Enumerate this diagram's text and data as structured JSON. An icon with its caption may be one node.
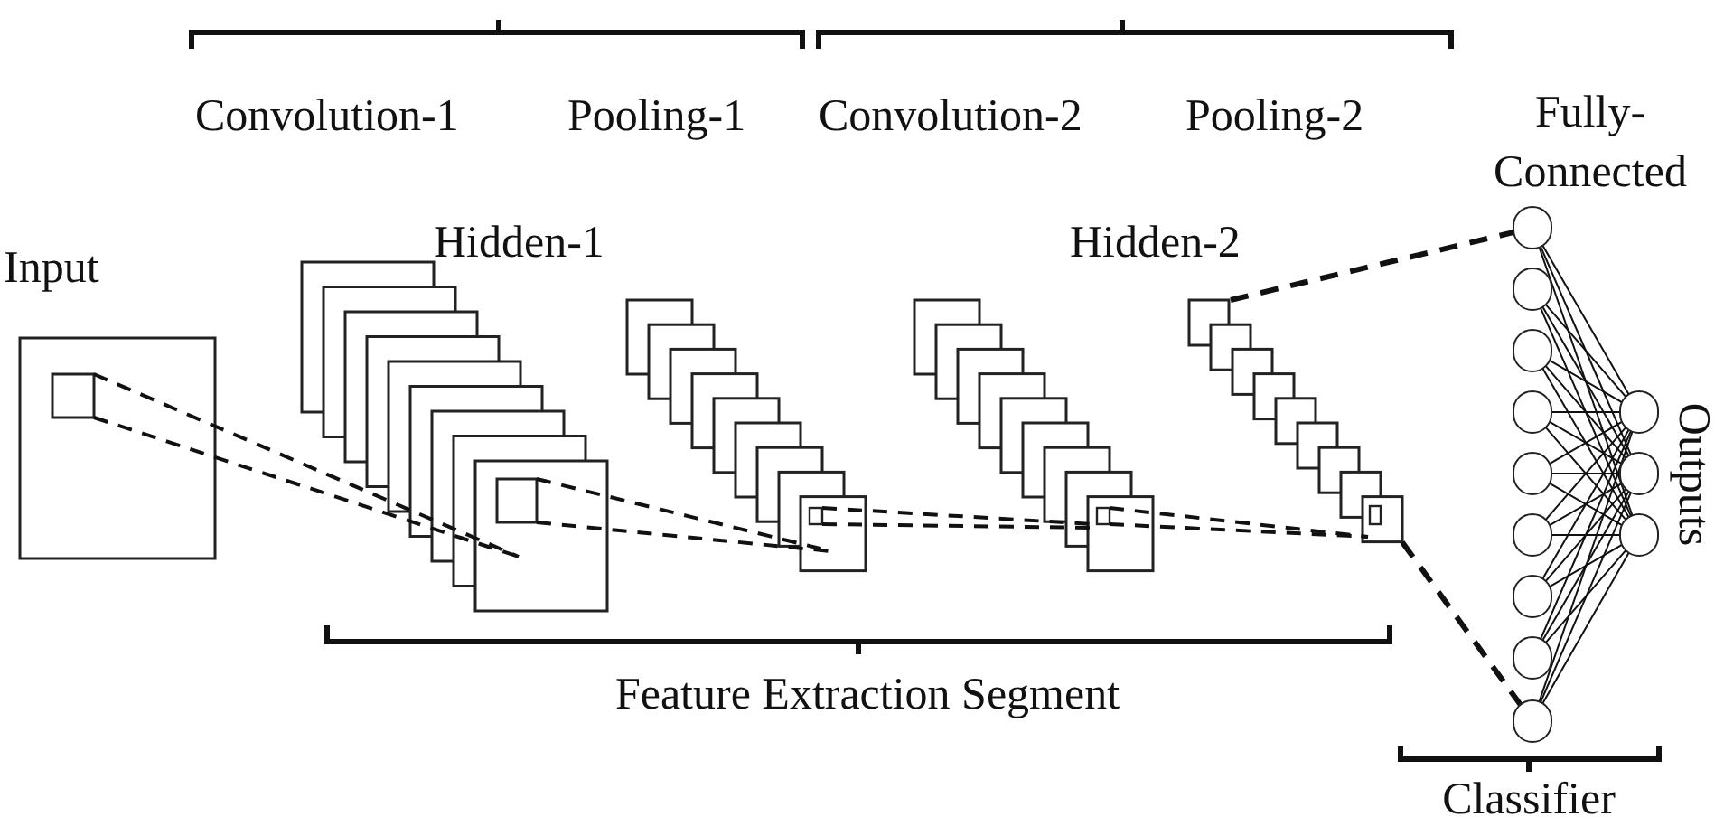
{
  "diagram": {
    "nodes": [
      {
        "text": [],
        "shape": "circle"
      },
      {
        "text": [],
        "shape": "circle"
      },
      {
        "text": [],
        "shape": "circle"
      },
      {
        "text": [],
        "shape": "circle"
      },
      {
        "text": [],
        "shape": "circle"
      },
      {
        "text": [],
        "shape": "circle"
      },
      {
        "text": [],
        "shape": "circle"
      },
      {
        "text": [],
        "shape": "circle"
      },
      {
        "text": [],
        "shape": "circle"
      },
      {
        "text": [],
        "shape": "circle"
      },
      {
        "text": [],
        "shape": "circle"
      },
      {
        "text": [],
        "shape": "circle"
      }
    ],
    "edges": [
      {
        "from": null,
        "to": 0,
        "arrow": "none",
        "style": "dashed"
      },
      {
        "from": null,
        "to": 8,
        "arrow": "none",
        "style": "dashed"
      },
      {
        "from": 0,
        "to": 9,
        "arrow": "none"
      },
      {
        "from": 0,
        "to": 10,
        "arrow": "none"
      },
      {
        "from": 0,
        "to": 11,
        "arrow": "none"
      },
      {
        "from": 1,
        "to": 9,
        "arrow": "none"
      },
      {
        "from": 1,
        "to": 10,
        "arrow": "none"
      },
      {
        "from": 1,
        "to": 11,
        "arrow": "none"
      },
      {
        "from": 2,
        "to": 9,
        "arrow": "none"
      },
      {
        "from": 2,
        "to": 10,
        "arrow": "none"
      },
      {
        "from": 2,
        "to": 11,
        "arrow": "none"
      },
      {
        "from": 3,
        "to": 9,
        "arrow": "none"
      },
      {
        "from": 3,
        "to": 10,
        "arrow": "none"
      },
      {
        "from": 3,
        "to": 11,
        "arrow": "none"
      },
      {
        "from": 4,
        "to": 9,
        "arrow": "none"
      },
      {
        "from": 4,
        "to": 10,
        "arrow": "none"
      },
      {
        "from": 4,
        "to": 11,
        "arrow": "none"
      },
      {
        "from": 5,
        "to": 9,
        "arrow": "none"
      },
      {
        "from": 5,
        "to": 10,
        "arrow": "none"
      },
      {
        "from": 5,
        "to": 11,
        "arrow": "none"
      },
      {
        "from": 6,
        "to": 9,
        "arrow": "none"
      },
      {
        "from": 6,
        "to": 10,
        "arrow": "none"
      },
      {
        "from": 6,
        "to": 11,
        "arrow": "none"
      },
      {
        "from": 7,
        "to": 9,
        "arrow": "none"
      },
      {
        "from": 7,
        "to": 10,
        "arrow": "none"
      },
      {
        "from": 7,
        "to": 11,
        "arrow": "none"
      },
      {
        "from": 8,
        "to": 9,
        "arrow": "none"
      },
      {
        "from": 8,
        "to": 10,
        "arrow": "none"
      },
      {
        "from": 8,
        "to": 11,
        "arrow": "none"
      }
    ],
    "labels": [
      "Convolution-1",
      "Pooling-1",
      "Convolution-2",
      "Pooling-2",
      "Fully-Connected",
      "Input",
      "Hidden-1",
      "Hidden-2",
      "Outputs",
      "Feature Extraction Segment",
      "Classifier"
    ]
  }
}
